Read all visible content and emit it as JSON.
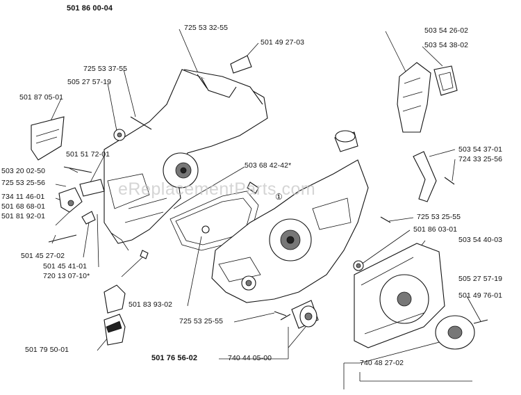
{
  "title": "501 86 00-04",
  "watermark": "eReplacementParts.com",
  "callout_mark": "①",
  "labels": {
    "p725533255": "725 53 32-55",
    "p501492703": "501 49 27-03",
    "p725533755": "725 53 37-55",
    "p505275719a": "505 27 57-19",
    "p501870501": "501 87 05-01",
    "p501517201": "501 51 72-01",
    "p503200250": "503 20 02-50",
    "p725532556a": "725 53 25-56",
    "p734114601": "734 11 46-01",
    "p501686801": "501 68 68-01",
    "p501819201": "501 81 92-01",
    "p501452702": "501 45 27-02",
    "p501454101": "501 45 41-01",
    "p720130710": "720 13 07-10*",
    "p503684242": "503 68 42-42*",
    "p501839302": "501 83 93-02",
    "p725532555a": "725 53 25-55",
    "p501795001": "501 79 50-01",
    "p501765602": "501 76 56-02",
    "p740440500": "740 44 05-00",
    "p503542602": "503 54 26-02",
    "p503543802": "503 54 38-02",
    "p503543701": "503 54 37-01",
    "p724332556": "724 33 25-56",
    "p725532555b": "725 53 25-55",
    "p501860301": "501 86 03-01",
    "p503544003": "503 54 40-03",
    "p505275719b": "505 27 57-19",
    "p501497601": "501 49 76-01",
    "p740482702": "740 48 27-02"
  }
}
